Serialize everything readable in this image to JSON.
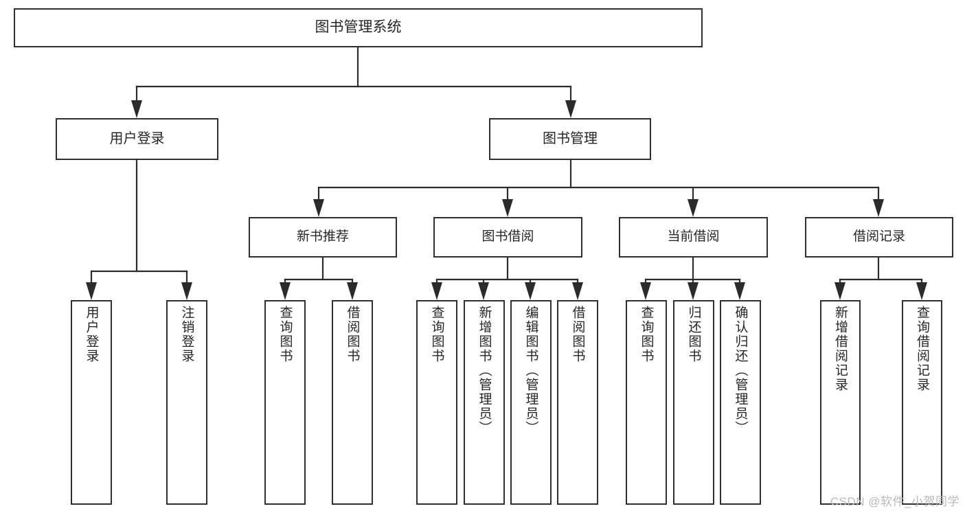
{
  "diagram": {
    "title": "图书管理系统",
    "type": "tree",
    "background_color": "#ffffff",
    "line_color": "#2b2b2b",
    "box_border_color": "#2f2f2f",
    "text_color": "#262626"
  },
  "root": {
    "label": "图书管理系统"
  },
  "level1": [
    {
      "label": "用户登录"
    },
    {
      "label": "图书管理"
    }
  ],
  "level2": [
    {
      "label": "新书推荐"
    },
    {
      "label": "图书借阅"
    },
    {
      "label": "当前借阅"
    },
    {
      "label": "借阅记录"
    }
  ],
  "leaves": {
    "user_login": [
      {
        "label": "用户登录"
      },
      {
        "label": "注销登录"
      }
    ],
    "new_book_recommend": [
      {
        "label": "查询图书"
      },
      {
        "label": "借阅图书"
      }
    ],
    "book_borrow": [
      {
        "label": "查询图书"
      },
      {
        "label": "新增图书（管理员）"
      },
      {
        "label": "编辑图书（管理员）"
      },
      {
        "label": "借阅图书"
      }
    ],
    "current_borrow": [
      {
        "label": "查询图书"
      },
      {
        "label": "归还图书"
      },
      {
        "label": "确认归还（管理员）"
      }
    ],
    "borrow_record": [
      {
        "label": "新增借阅记录"
      },
      {
        "label": "查询借阅记录"
      }
    ]
  },
  "watermark": {
    "text": "CSDN @软件_小贺同学"
  }
}
